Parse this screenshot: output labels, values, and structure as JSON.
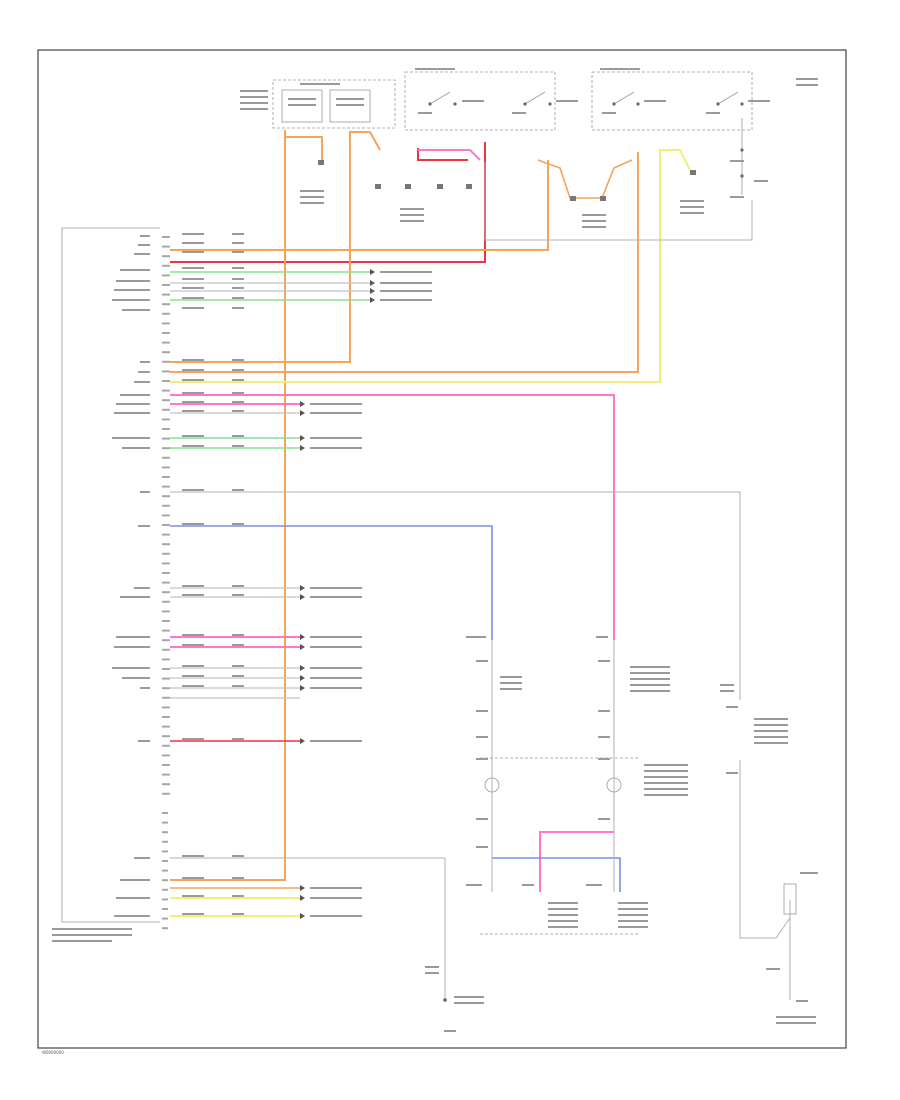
{
  "diagram": {
    "footer_code": "W0000000",
    "colors": {
      "orange": "#f5a45a",
      "pink": "#ff77cc",
      "red": "#ee3344",
      "yellow": "#f2ee7a",
      "green": "#8be08b",
      "blue": "#7f8ce8",
      "gray": "#b8b8b8"
    },
    "switches": [
      {
        "id": "sw1"
      },
      {
        "id": "sw2"
      },
      {
        "id": "sw3"
      },
      {
        "id": "sw4"
      }
    ]
  }
}
